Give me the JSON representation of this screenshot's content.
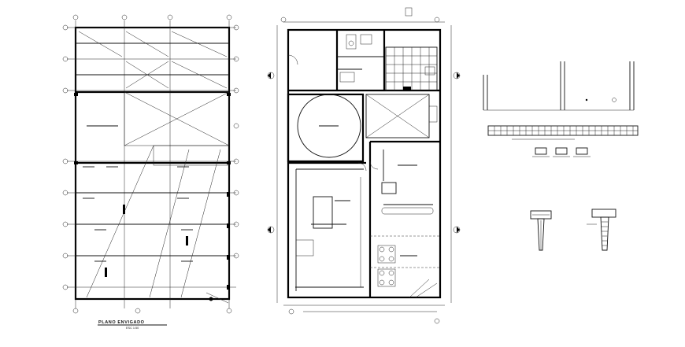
{
  "drawing": {
    "plan_title": "PLANO ENVIGADO",
    "plan_subtitle": "ESC 1:50",
    "plan_note": "——"
  },
  "sheet": {
    "background": "#ffffff",
    "ink": "#000000"
  },
  "views": [
    {
      "name": "structural-slab-plan"
    },
    {
      "name": "architectural-floor-plan"
    },
    {
      "name": "wall-elevation-detail"
    },
    {
      "name": "column-section-details"
    }
  ]
}
